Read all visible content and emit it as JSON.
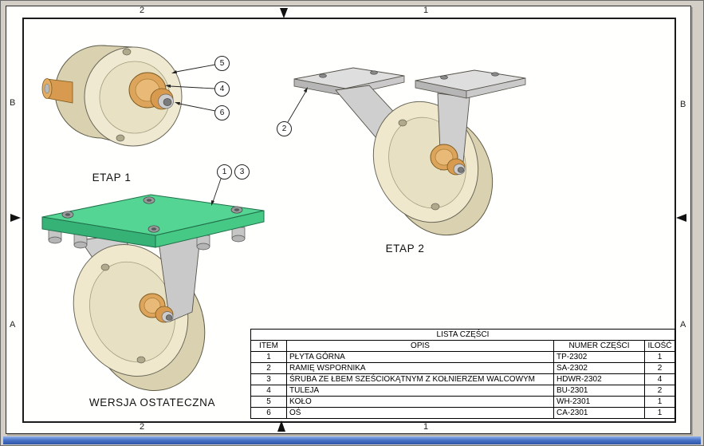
{
  "sheet": {
    "zones": {
      "top": [
        "2",
        "1"
      ],
      "bottom": [
        "2",
        "1"
      ],
      "left": [
        "B",
        "A"
      ],
      "right": [
        "B",
        "A"
      ]
    }
  },
  "views": {
    "etap1": {
      "label": "ETAP 1",
      "balloons": [
        "5",
        "4",
        "6"
      ]
    },
    "etap2": {
      "label": "ETAP 2",
      "balloons": [
        "2"
      ]
    },
    "final": {
      "label": "WERSJA OSTATECZNA",
      "balloons": [
        "1",
        "3"
      ]
    }
  },
  "parts_list": {
    "title": "LISTA CZĘŚCI",
    "columns": [
      "ITEM",
      "OPIS",
      "NUMER CZĘŚCI",
      "ILOŚĆ"
    ],
    "rows": [
      [
        "1",
        "PŁYTA GÓRNA",
        "TP-2302",
        "1"
      ],
      [
        "2",
        "RAMIĘ WSPORNIKA",
        "SA-2302",
        "2"
      ],
      [
        "3",
        "ŚRUBA ZE ŁBEM SZEŚCIOKĄTNYM Z KOŁNIERZEM WALCOWYM",
        "HDWR-2302",
        "4"
      ],
      [
        "4",
        "TULEJA",
        "BU-2301",
        "2"
      ],
      [
        "5",
        "KOŁO",
        "WH-2301",
        "1"
      ],
      [
        "6",
        "OŚ",
        "CA-2301",
        "1"
      ]
    ]
  },
  "colors": {
    "paper": "#ffffff",
    "margin_background": "#d3cfc7",
    "bottom_bar_blue": "#3a66c0",
    "wheel_cream": "#efe8cd",
    "wheel_shadow": "#d9d1b0",
    "bushing_bronze": "#d79a4e",
    "top_plate_green": "#55d593",
    "bracket_gray": "#dedede"
  }
}
